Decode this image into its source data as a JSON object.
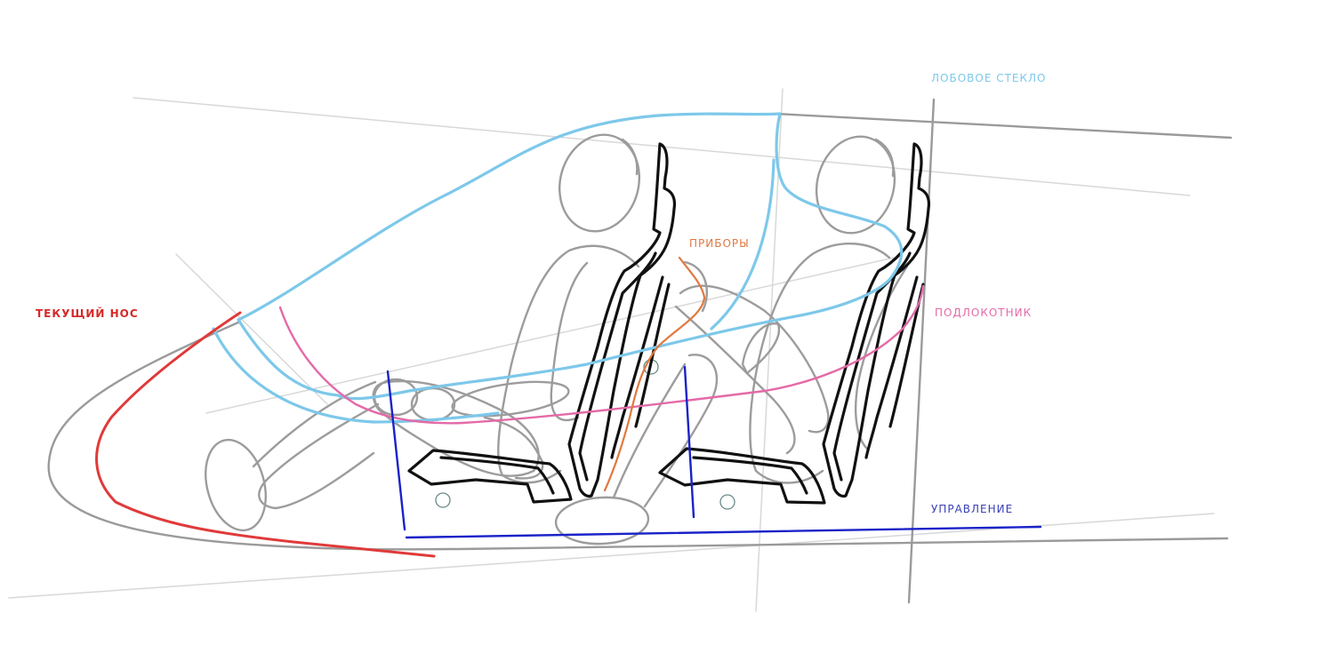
{
  "labels": {
    "windshield": "ЛОБОВОЕ СТЕКЛО",
    "instruments": "ПРИБОРЫ",
    "armrest": "ПОДЛОКОТНИК",
    "current_nose": "ТЕКУЩИЙ НОС",
    "controls": "УПРАВЛЕНИЕ"
  },
  "colors": {
    "windshield": "#7dc8ea",
    "instruments": "#e07840",
    "armrest": "#e46aa8",
    "current_nose": "#d62828",
    "controls": "#1a22c8",
    "construction": "#999999",
    "seats": "#111111"
  }
}
